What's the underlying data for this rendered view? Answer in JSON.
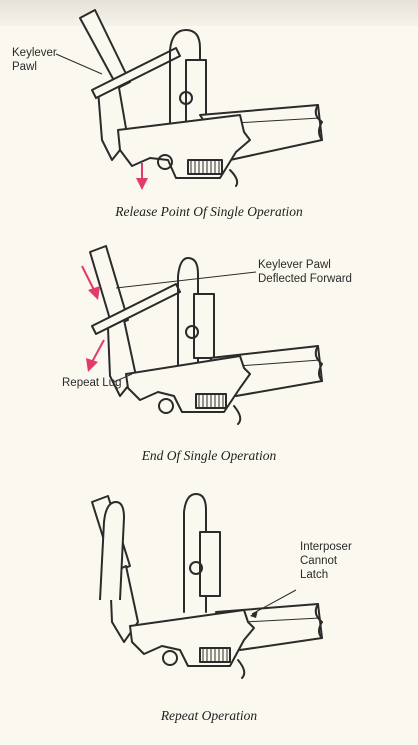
{
  "panels": [
    {
      "labels": [
        {
          "key": "keylever-pawl",
          "lines": [
            "Keylever",
            "Pawl"
          ]
        }
      ],
      "caption": "Release Point Of Single Operation"
    },
    {
      "labels": [
        {
          "key": "keylever-pawl-deflected",
          "lines": [
            "Keylever Pawl",
            "Deflected Forward"
          ]
        },
        {
          "key": "repeat-lug",
          "lines": [
            "Repeat Lug"
          ]
        }
      ],
      "caption": "End Of Single Operation"
    },
    {
      "labels": [
        {
          "key": "interposer-cannot-latch",
          "lines": [
            "Interposer",
            "Cannot",
            "Latch"
          ]
        }
      ],
      "caption": "Repeat Operation"
    }
  ],
  "colors": {
    "ink": "#2b2b2b",
    "arrow": "#e23a6a",
    "paper": "#fbf8ef"
  }
}
